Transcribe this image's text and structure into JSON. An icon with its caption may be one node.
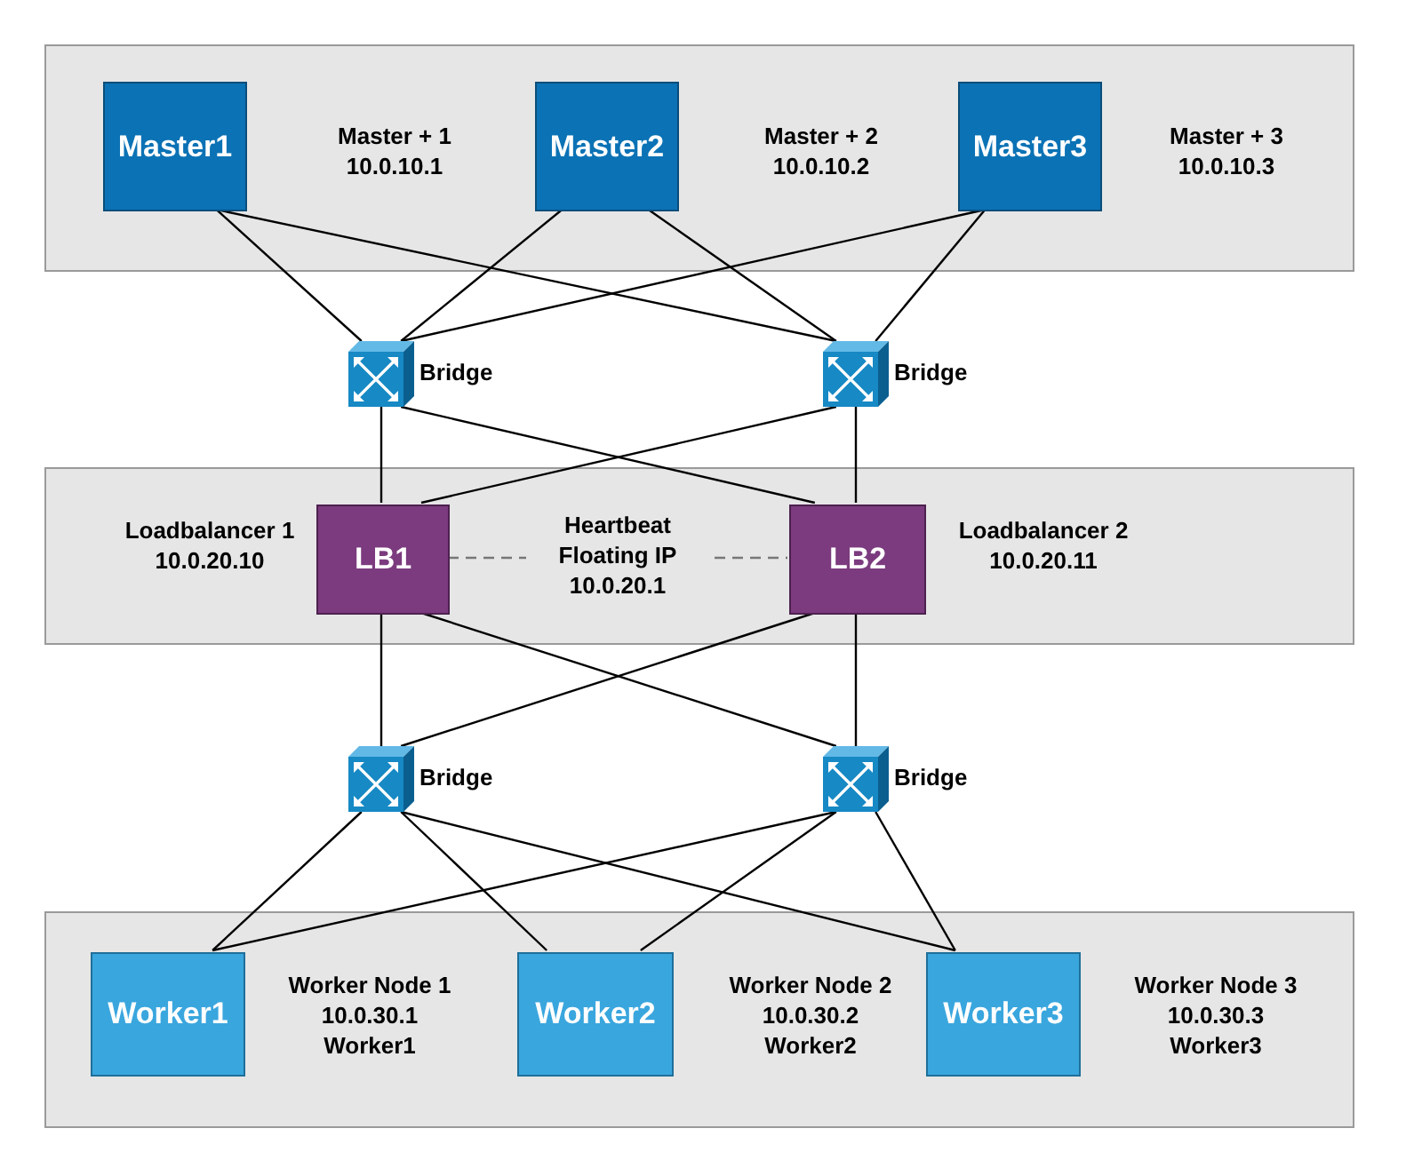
{
  "diagram": {
    "nodes": [
      {
        "text": [],
        "shape": "box"
      },
      {
        "text": [
          "Master1"
        ],
        "in": 0,
        "beside": [
          "Master + 1",
          "10.0.10.1"
        ]
      },
      {
        "text": [
          "Master2"
        ],
        "in": 0,
        "beside": [
          "Master + 2",
          "10.0.10.2"
        ]
      },
      {
        "text": [
          "Master3"
        ],
        "in": 0,
        "beside": [
          "Master + 3",
          "10.0.10.3"
        ]
      },
      {
        "text": [],
        "shape": "picture",
        "beside": [
          "Bridge"
        ]
      },
      {
        "text": [],
        "shape": "picture",
        "beside": [
          "Bridge"
        ]
      },
      {
        "text": [],
        "shape": "box"
      },
      {
        "text": [
          "LB1"
        ],
        "in": 6,
        "beside": [
          "Loadbalancer 1",
          "10.0.20.10"
        ]
      },
      {
        "text": [
          "LB2"
        ],
        "in": 6,
        "beside": [
          "Loadbalancer 2",
          "10.0.20.11"
        ]
      },
      {
        "text": [],
        "shape": "picture",
        "beside": [
          "Bridge"
        ]
      },
      {
        "text": [],
        "shape": "picture",
        "beside": [
          "Bridge"
        ]
      },
      {
        "text": [],
        "shape": "box"
      },
      {
        "text": [
          "Worker1"
        ],
        "in": 11,
        "beside": [
          "Worker Node 1",
          "10.0.30.1",
          "Worker1"
        ]
      },
      {
        "text": [
          "Worker2"
        ],
        "in": 11,
        "beside": [
          "Worker Node 2",
          "10.0.30.2",
          "Worker2"
        ]
      },
      {
        "text": [
          "Worker3"
        ],
        "in": 11,
        "beside": [
          "Worker Node 3",
          "10.0.30.3",
          "Worker3"
        ]
      }
    ],
    "edges": [
      {
        "from": 1,
        "to": 4,
        "arrow": "none"
      },
      {
        "from": 1,
        "to": 5,
        "arrow": "none"
      },
      {
        "from": 2,
        "to": 4,
        "arrow": "none"
      },
      {
        "from": 2,
        "to": 5,
        "arrow": "none"
      },
      {
        "from": 3,
        "to": 4,
        "arrow": "none"
      },
      {
        "from": 3,
        "to": 5,
        "arrow": "none"
      },
      {
        "from": 4,
        "to": 7,
        "arrow": "none"
      },
      {
        "from": 4,
        "to": 8,
        "arrow": "none"
      },
      {
        "from": 5,
        "to": 7,
        "arrow": "none"
      },
      {
        "from": 5,
        "to": 8,
        "arrow": "none"
      },
      {
        "from": 7,
        "to": 8,
        "arrow": "none",
        "style": "dashed",
        "color": "#777777",
        "label": "Heartbeat Floating IP 10.0.20.1"
      },
      {
        "from": 7,
        "to": 9,
        "arrow": "none"
      },
      {
        "from": 7,
        "to": 10,
        "arrow": "none"
      },
      {
        "from": 8,
        "to": 9,
        "arrow": "none"
      },
      {
        "from": 8,
        "to": 10,
        "arrow": "none"
      },
      {
        "from": 9,
        "to": 12,
        "arrow": "none"
      },
      {
        "from": 9,
        "to": 13,
        "arrow": "none"
      },
      {
        "from": 9,
        "to": 14,
        "arrow": "none"
      },
      {
        "from": 10,
        "to": 12,
        "arrow": "none"
      },
      {
        "from": 10,
        "to": 13,
        "arrow": "none"
      },
      {
        "from": 10,
        "to": 14,
        "arrow": "none"
      }
    ]
  }
}
